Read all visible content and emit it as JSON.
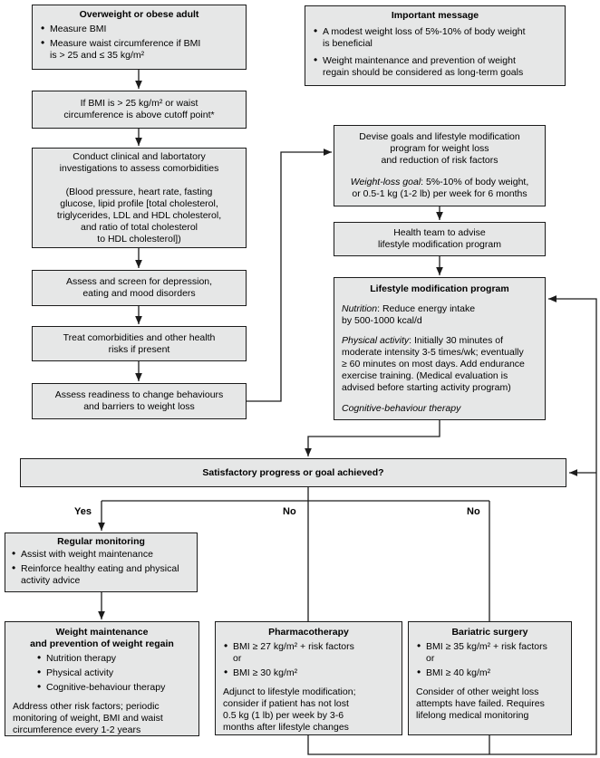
{
  "colors": {
    "box_fill": "#e6e7e7",
    "box_border": "#1b1b1b",
    "line": "#1c1c1c",
    "background": "#ffffff",
    "text": "#000000"
  },
  "decision_labels": {
    "yes": "Yes",
    "no_pharmacotherapy": "No",
    "no_bariatric": "No"
  },
  "nodes": {
    "overweight_adult": {
      "title": "Overweight or obese adult",
      "bullets": [
        "Measure BMI",
        "Measure waist circumference if BMI\nis > 25 and ≤ 35 kg/m²"
      ]
    },
    "bmi_cutoff_check": {
      "text": "If BMI is > 25 kg/m² or waist\ncircumference is above cutoff point*"
    },
    "important_message": {
      "title": "Important message",
      "bullets": [
        "A modest weight loss of 5%-10% of body weight\nis beneficial",
        "Weight maintenance and prevention of weight\nregain should be considered as long-term goals"
      ]
    },
    "clinical_investigations": {
      "text": "Conduct clinical and labortatory\ninvestigations to assess comorbidities\n\n(Blood pressure, heart rate, fasting\nglucose, lipid profile [total cholesterol,\ntriglycerides, LDL and HDL cholesterol,\nand ratio of total cholesterol\nto HDL cholesterol])"
    },
    "depression_screen": {
      "text": "Assess and screen for depression,\neating and mood disorders"
    },
    "treat_comorbidities": {
      "text": "Treat comorbidities and other health\nrisks if present"
    },
    "assess_readiness": {
      "text": "Assess readiness to change behaviours\nand barriers to weight loss"
    },
    "devise_goals": {
      "text": "Devise goals and lifestyle modification\nprogram for weight loss\nand reduction of risk factors",
      "goal_label": "Weight-loss goal",
      "goal_text": ": 5%-10% of body weight,\nor 0.5-1 kg (1-2 lb) per week for 6 months"
    },
    "health_team": {
      "text": "Health team to advise\nlifestyle modification program"
    },
    "lifestyle_program": {
      "title": "Lifestyle modification program",
      "nutrition_label": "Nutrition",
      "nutrition_text": ": Reduce energy intake\nby 500-1000 kcal/d",
      "activity_label": "Physical activity",
      "activity_text": ": Initially 30 minutes of\nmoderate intensity 3-5 times/wk; eventually\n≥ 60 minutes on most days. Add endurance\nexercise training. (Medical evaluation is\nadvised before starting activity program)",
      "cbt_text": "Cognitive-behaviour therapy"
    },
    "progress_check": {
      "text": "Satisfactory progress or goal achieved?"
    },
    "regular_monitoring": {
      "title": "Regular monitoring",
      "bullets": [
        "Assist with weight maintenance",
        "Reinforce healthy eating and physical\nactivity advice"
      ]
    },
    "weight_maintenance": {
      "title": "Weight maintenance\nand prevention of weight regain",
      "bullets": [
        "Nutrition therapy",
        "Physical activity",
        "Cognitive-behaviour therapy"
      ],
      "note": "Address other risk factors; periodic\nmonitoring of weight, BMI and waist\ncircumference every 1-2 years"
    },
    "pharmacotherapy": {
      "title": "Pharmacotherapy",
      "bullets": [
        "BMI ≥ 27 kg/m² + risk factors\nor",
        "BMI ≥ 30 kg/m²"
      ],
      "note": "Adjunct to lifestyle modification;\nconsider if patient has not lost\n0.5 kg (1 lb) per week by 3-6\nmonths after lifestyle changes"
    },
    "bariatric_surgery": {
      "title": "Bariatric surgery",
      "bullets": [
        "BMI ≥ 35 kg/m² + risk factors\nor",
        "BMI ≥ 40 kg/m²"
      ],
      "note": "Consider of other weight loss\nattempts have failed. Requires\nlifelong medical monitoring"
    }
  }
}
